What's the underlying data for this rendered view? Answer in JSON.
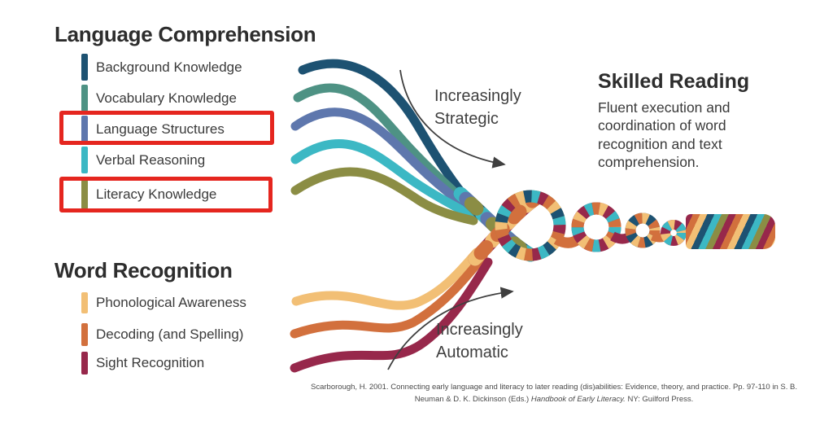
{
  "language_comprehension": {
    "heading": "Language Comprehension",
    "items": [
      {
        "label": "Background Knowledge",
        "color": "#1d5272",
        "highlighted": false
      },
      {
        "label": "Vocabulary Knowledge",
        "color": "#4e9284",
        "highlighted": false
      },
      {
        "label": "Language Structures",
        "color": "#5e77ad",
        "highlighted": true
      },
      {
        "label": "Verbal Reasoning",
        "color": "#3cb8c4",
        "highlighted": false
      },
      {
        "label": "Literacy Knowledge",
        "color": "#8b8d44",
        "highlighted": true
      }
    ]
  },
  "word_recognition": {
    "heading": "Word Recognition",
    "items": [
      {
        "label": "Phonological Awareness",
        "color": "#f2bf75"
      },
      {
        "label": "Decoding (and Spelling)",
        "color": "#d2703d"
      },
      {
        "label": "Sight Recognition",
        "color": "#97284b"
      }
    ]
  },
  "skilled_reading": {
    "heading": "Skilled Reading",
    "description": "Fluent execution and coordination of word recognition and text comprehension."
  },
  "annotations": {
    "strategic_label": "Increasingly Strategic",
    "automatic_label": "Increasingly Automatic"
  },
  "citation": {
    "part1": "Scarborough, H. 2001. Connecting early language and literacy to later reading (dis)abilities: Evidence, theory, and practice. Pp. 97-110 in S. B. Neuman & D. K. Dickinson (Eds.) ",
    "italic": "Handbook of Early Literacy.",
    "part2": " NY: Guilford Press."
  },
  "palette": {
    "highlight_red": "#e5261f",
    "heading_text": "#2d2d2d",
    "body_text": "#3a3a3a",
    "arrow_gray": "#3f3f3f",
    "navy": "#1d5272",
    "seagreen": "#4e9284",
    "slate_blue": "#5e77ad",
    "cyan": "#3cb8c4",
    "olive": "#8b8d44",
    "gold": "#f2bf75",
    "orange": "#d2703d",
    "maroon": "#97284b"
  }
}
